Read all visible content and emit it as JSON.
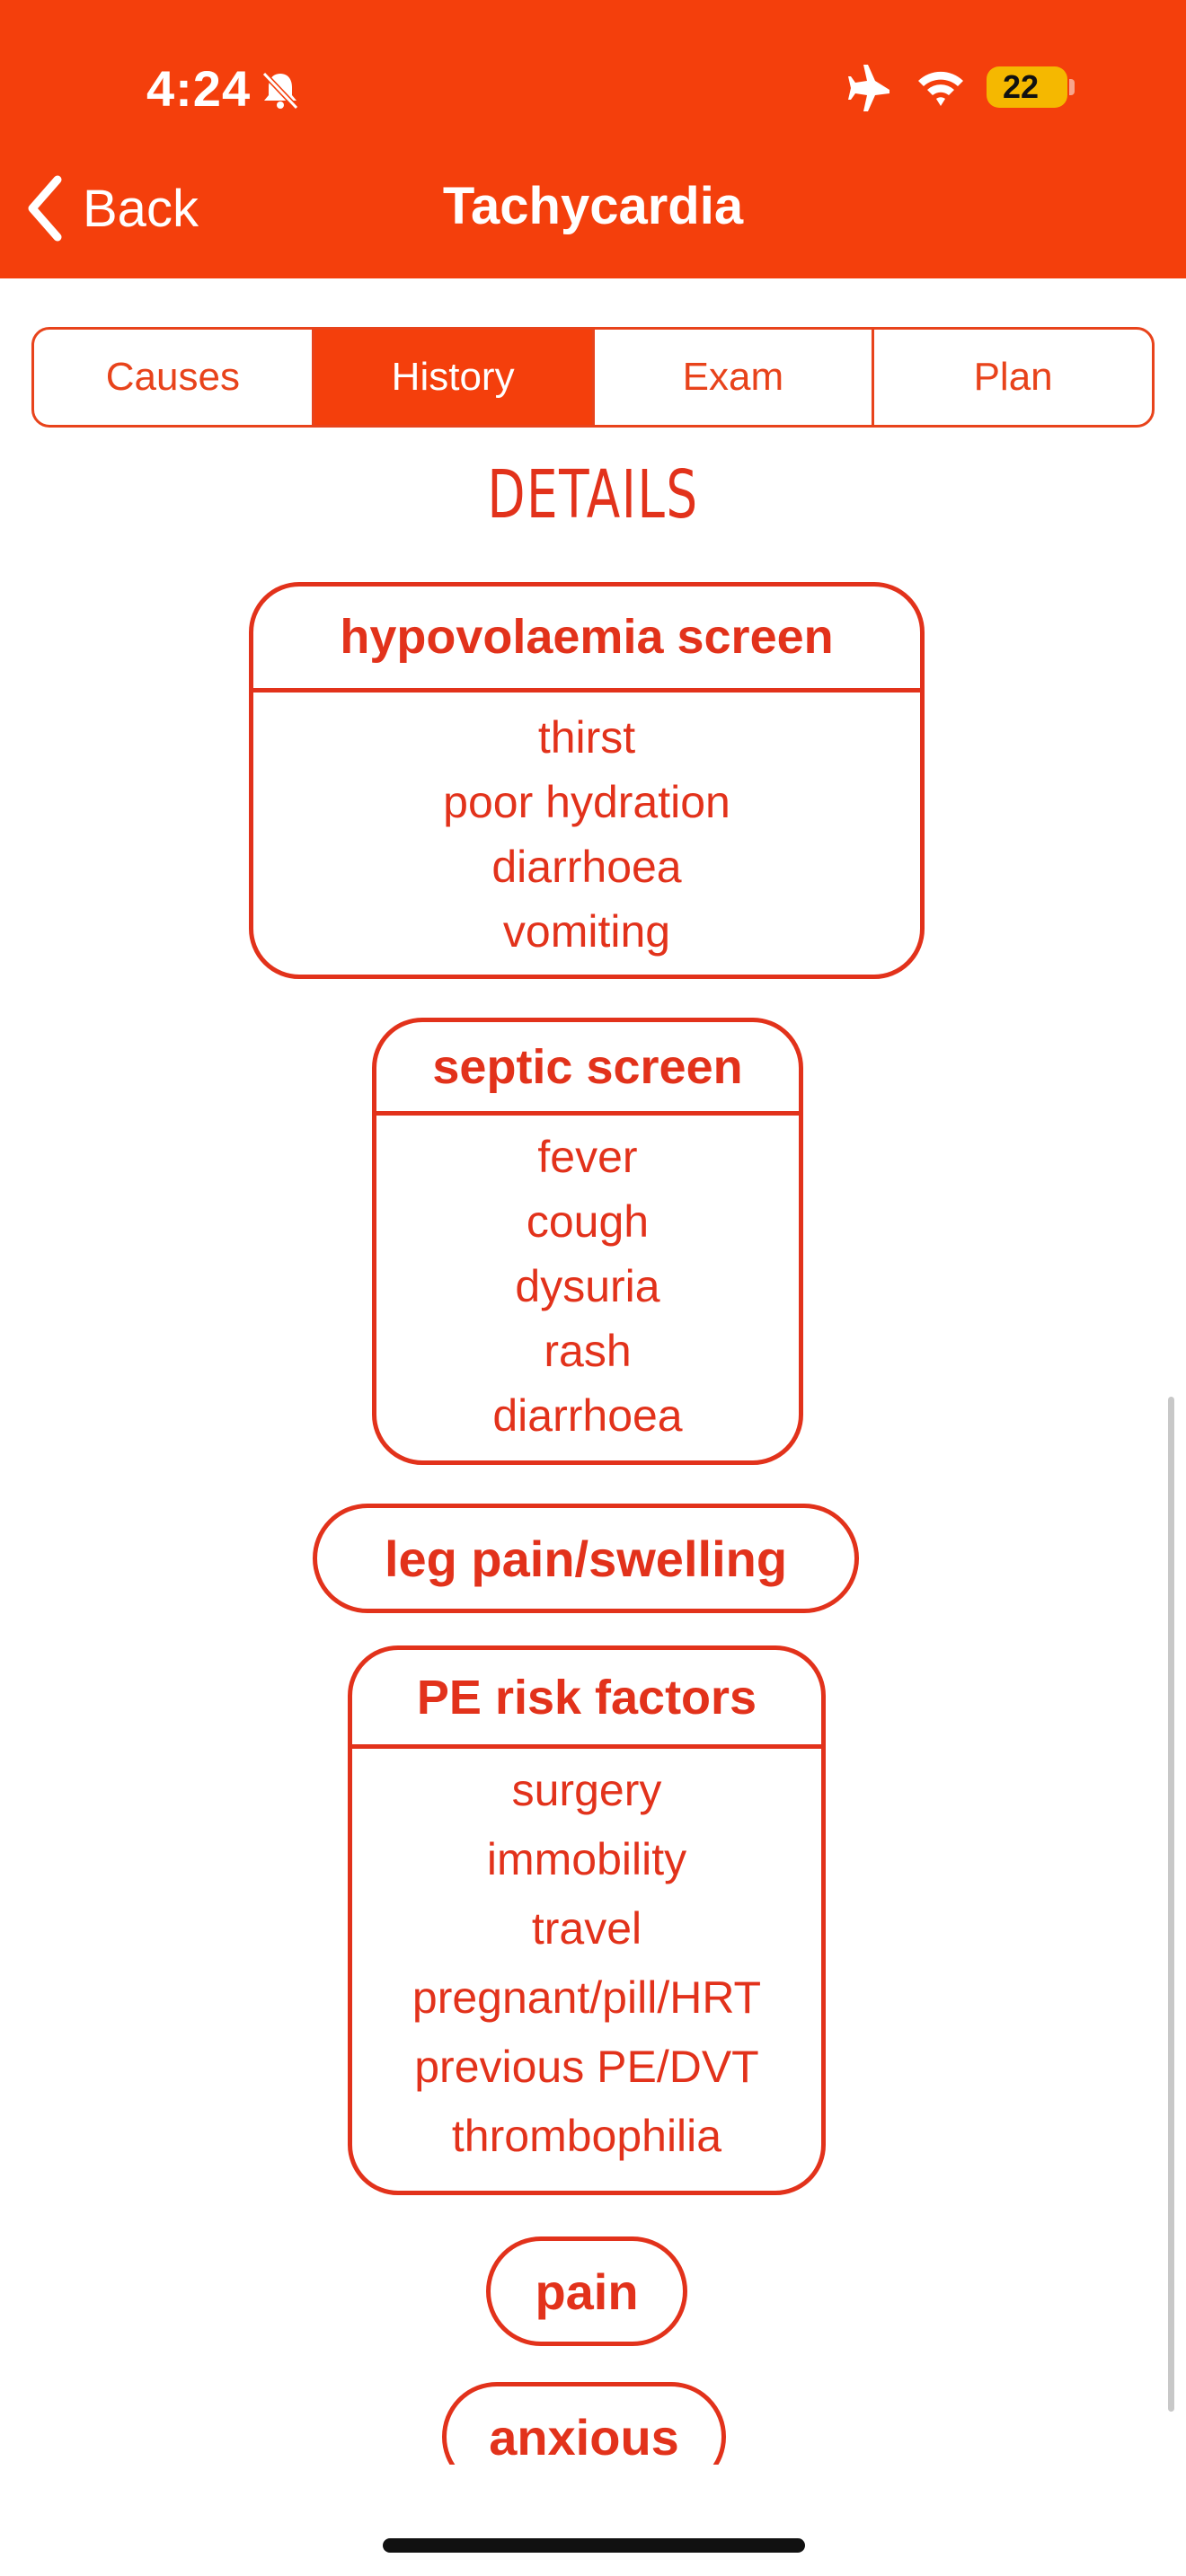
{
  "status_bar": {
    "time": "4:24",
    "battery_level": "22",
    "icons": [
      "bell-slash-icon",
      "airplane-icon",
      "wifi-icon",
      "battery-icon"
    ]
  },
  "nav": {
    "back_label": "Back",
    "title": "Tachycardia"
  },
  "tabs": [
    {
      "label": "Causes",
      "active": false
    },
    {
      "label": "History",
      "active": true
    },
    {
      "label": "Exam",
      "active": false
    },
    {
      "label": "Plan",
      "active": false
    }
  ],
  "section_heading": "DETAILS",
  "cards": [
    {
      "title": "hypovolaemia screen",
      "items": [
        "thirst",
        "poor hydration",
        "diarrhoea",
        "vomiting"
      ]
    },
    {
      "title": "septic screen",
      "items": [
        "fever",
        "cough",
        "dysuria",
        "rash",
        "diarrhoea"
      ]
    },
    {
      "title": "PE risk factors",
      "items": [
        "surgery",
        "immobility",
        "travel",
        "pregnant/pill/HRT",
        "previous PE/DVT",
        "thrombophilia"
      ]
    }
  ],
  "pills": [
    "leg pain/swelling",
    "pain",
    "anxious"
  ],
  "colors": {
    "header_bg": "#f43f0c",
    "accent": "#e2321b",
    "battery": "#f5b800"
  }
}
